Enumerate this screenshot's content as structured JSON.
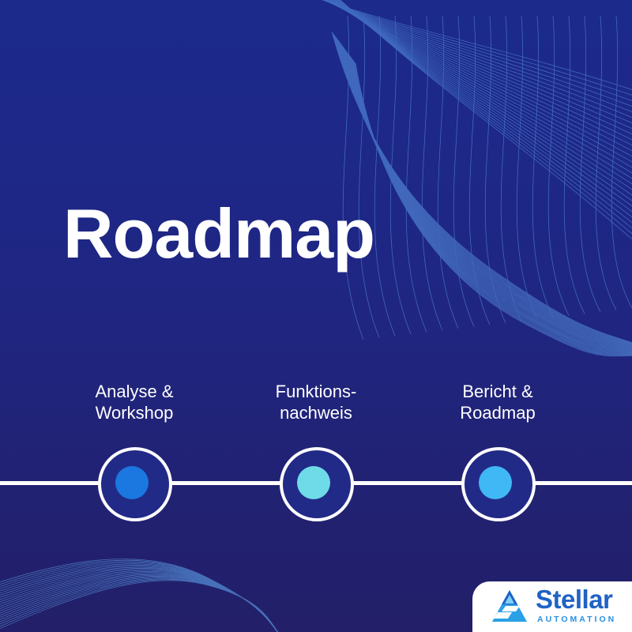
{
  "slide": {
    "title": "Roadmap"
  },
  "timeline": {
    "steps": [
      {
        "line1": "Analyse &",
        "line2": "Workshop",
        "dot_color": "#1a78e0"
      },
      {
        "line1": "Funktions-",
        "line2": "nachweis",
        "dot_color": "#6fdbe8"
      },
      {
        "line1": "Bericht &",
        "line2": "Roadmap",
        "dot_color": "#3fb8f5"
      }
    ]
  },
  "brand": {
    "name": "Stellar",
    "tagline": "AUTOMATION",
    "primary_color": "#1f63c5",
    "background_color": "#1f2683"
  }
}
